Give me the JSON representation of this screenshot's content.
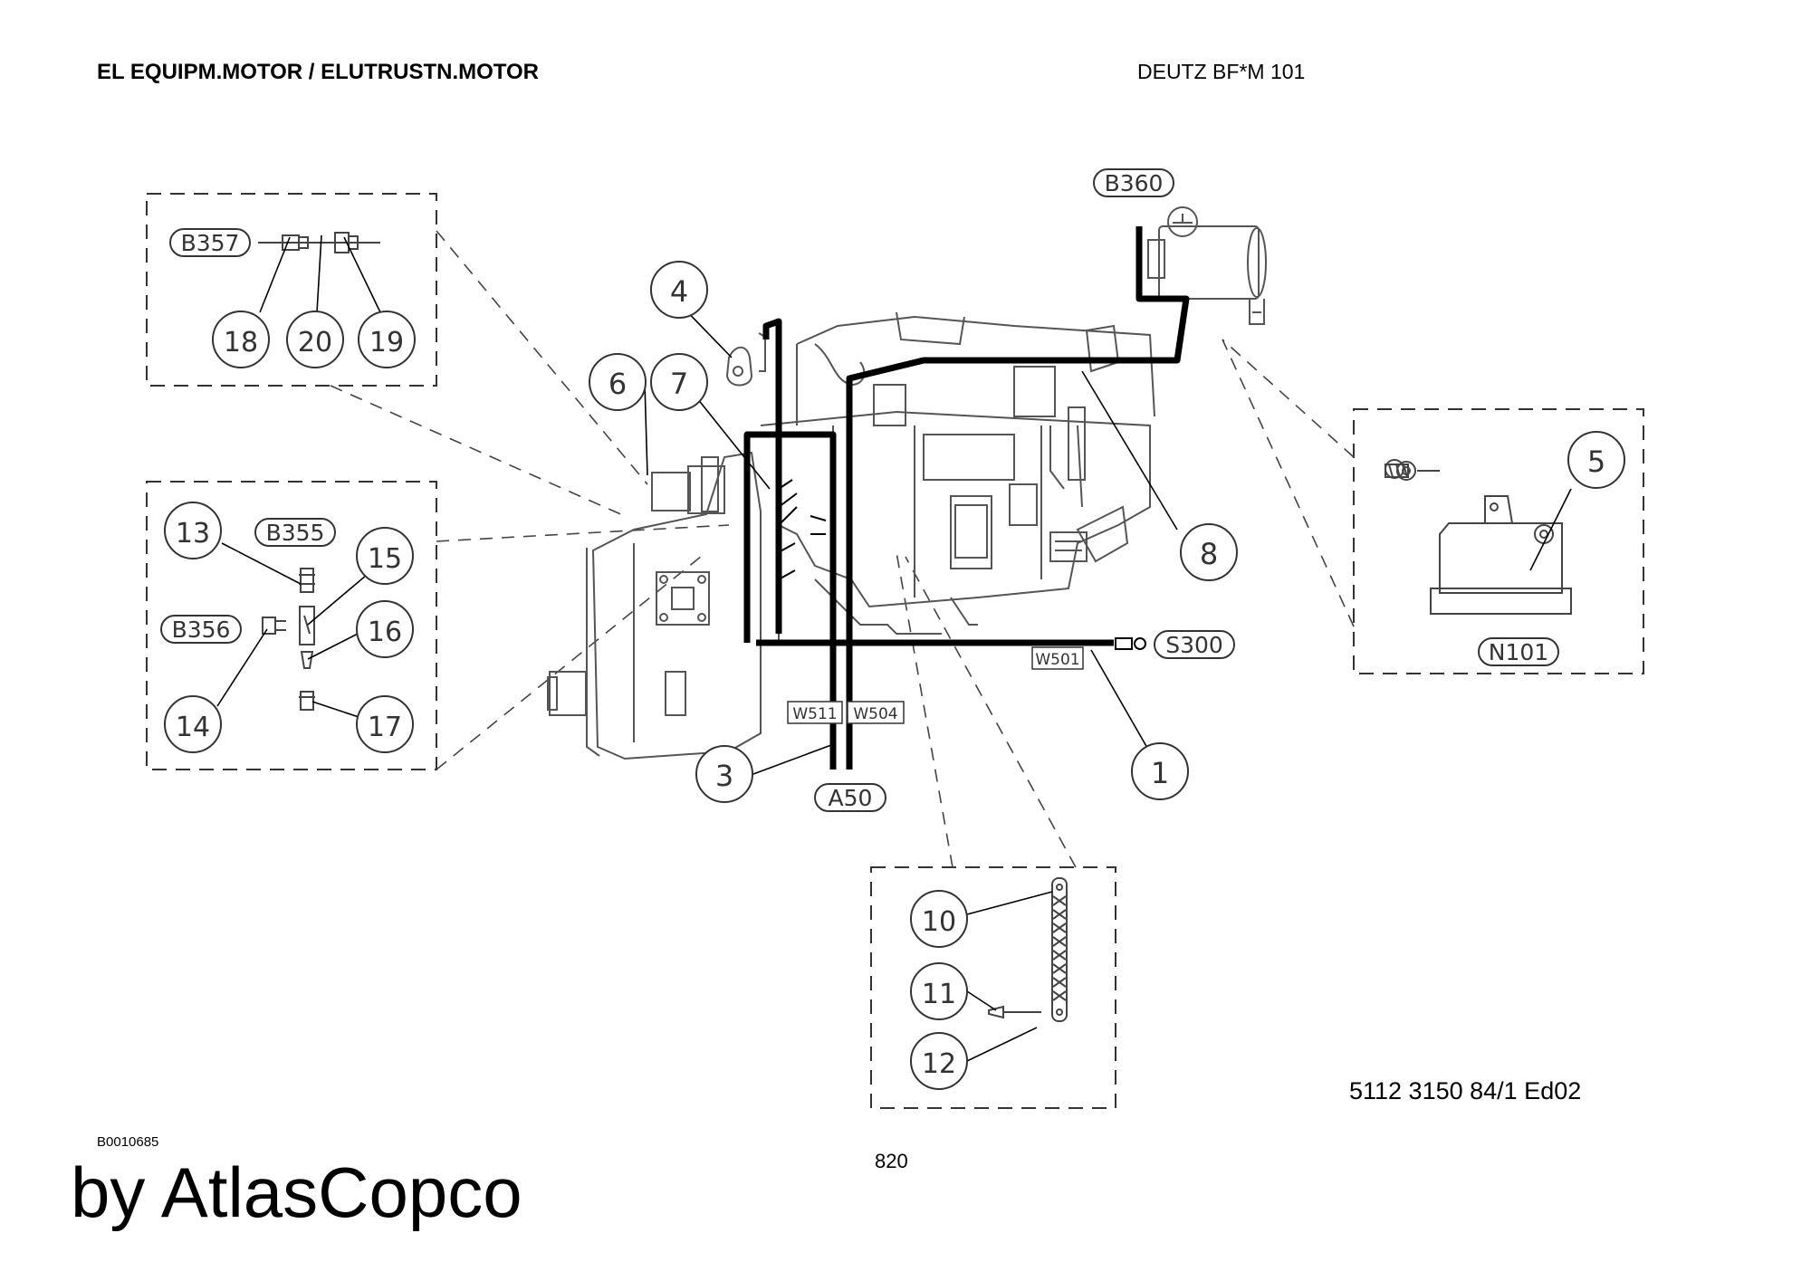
{
  "header": {
    "title": "EL EQUIPM.MOTOR / ELUTRUSTN.MOTOR",
    "model": "DEUTZ BF*M 101"
  },
  "footer": {
    "document_number": "5112 3150 84/1  Ed02",
    "image_reference": "B0010685",
    "page_number": "820",
    "brand": "by AtlasCopco"
  },
  "diagram": {
    "callouts": [
      "1",
      "3",
      "4",
      "5",
      "6",
      "7",
      "8",
      "10",
      "11",
      "12",
      "13",
      "14",
      "15",
      "16",
      "17",
      "18",
      "19",
      "20"
    ],
    "component_labels": [
      "B357",
      "B355",
      "B356",
      "B360",
      "S300",
      "N101",
      "A50"
    ],
    "harness_labels": [
      "W501",
      "W511",
      "W504"
    ]
  }
}
